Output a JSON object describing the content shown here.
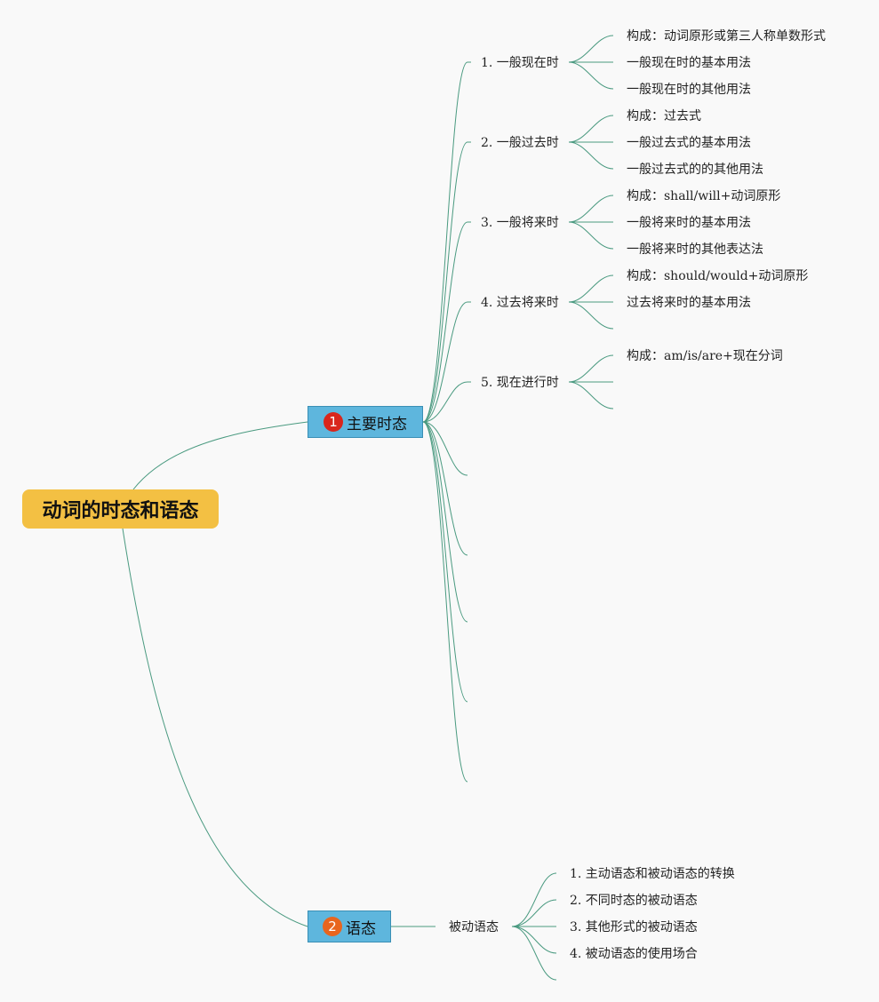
{
  "root": {
    "label": "动词的时态和语态"
  },
  "branches": [
    {
      "number": "1",
      "label": "主要时态",
      "badge_color": "#d9261c",
      "children": [
        {
          "label": "1. 一般现在时",
          "children": [
            "构成：动词原形或第三人称单数形式",
            "一般现在时的基本用法",
            "一般现在时的其他用法"
          ]
        },
        {
          "label": "2. 一般过去时",
          "children": [
            "构成：过去式",
            "一般过去式的基本用法",
            "一般过去式的的其他用法"
          ]
        },
        {
          "label": "3. 一般将来时",
          "children": [
            "构成：shall/will+动词原形",
            "一般将来时的基本用法",
            "一般将来时的其他表达法"
          ]
        },
        {
          "label": "4. 过去将来时",
          "children": [
            "构成：should/would+动词原形",
            "过去将来时的基本用法",
            ""
          ]
        },
        {
          "label": "5. 现在进行时",
          "children": [
            "构成：am/is/are+现在分词",
            "",
            ""
          ]
        },
        {
          "label": "",
          "children": []
        },
        {
          "label": "",
          "children": []
        },
        {
          "label": "",
          "children": []
        },
        {
          "label": "",
          "children": []
        },
        {
          "label": "",
          "children": []
        }
      ]
    },
    {
      "number": "2",
      "label": "语态",
      "badge_color": "#e8651e",
      "children": [
        {
          "label": "被动语态",
          "children": [
            "1. 主动语态和被动语态的转换",
            "2. 不同时态的被动语态",
            "3. 其他形式的被动语态",
            "4. 被动语态的使用场合",
            ""
          ]
        }
      ]
    }
  ],
  "colors": {
    "link": "#4a9a80",
    "root_bg": "#f3c043",
    "branch_bg": "#5eb6dd"
  }
}
